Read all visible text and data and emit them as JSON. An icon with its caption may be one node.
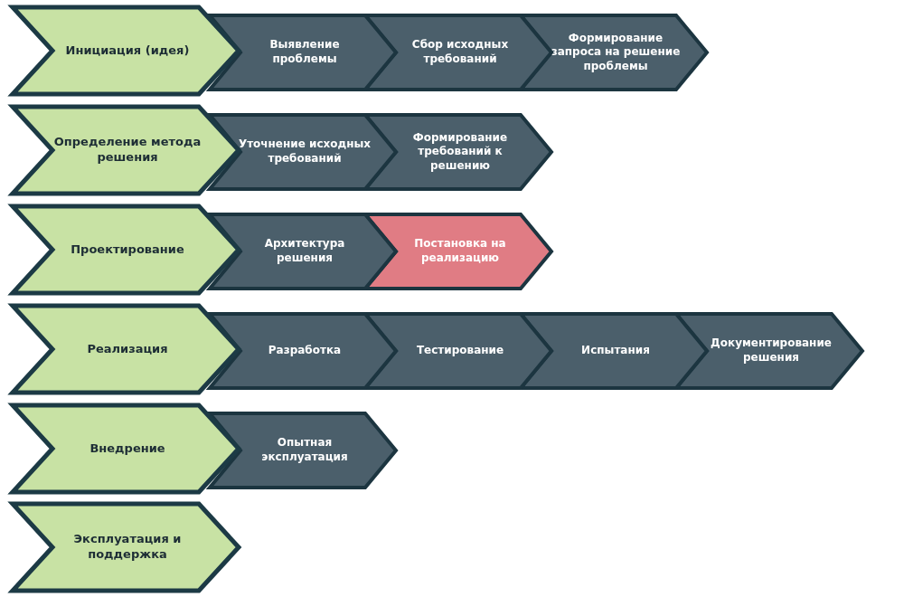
{
  "diagram": {
    "nodes": [
      {
        "text": [
          "Инициация (идея)"
        ]
      },
      {
        "text": [
          "Выявление проблемы"
        ]
      },
      {
        "text": [
          "Сбор исходных требований"
        ]
      },
      {
        "text": [
          "Формирование запроса на решение проблемы"
        ]
      },
      {
        "text": [
          "Определение метода решения"
        ]
      },
      {
        "text": [
          "Уточнение исходных требований"
        ]
      },
      {
        "text": [
          "Формирование требований к решению"
        ]
      },
      {
        "text": [
          "Проектирование"
        ]
      },
      {
        "text": [
          "Архитектура решения"
        ]
      },
      {
        "text": [
          "Постановка на реализацию"
        ]
      },
      {
        "text": [
          "Реализация"
        ]
      },
      {
        "text": [
          "Разработка"
        ]
      },
      {
        "text": [
          "Тестирование"
        ]
      },
      {
        "text": [
          "Испытания"
        ]
      },
      {
        "text": [
          "Документирование решения"
        ]
      },
      {
        "text": [
          "Внедрение"
        ]
      },
      {
        "text": [
          "Опытная эксплуатация"
        ]
      },
      {
        "text": [
          "Эксплуатация и поддержка"
        ]
      }
    ]
  }
}
